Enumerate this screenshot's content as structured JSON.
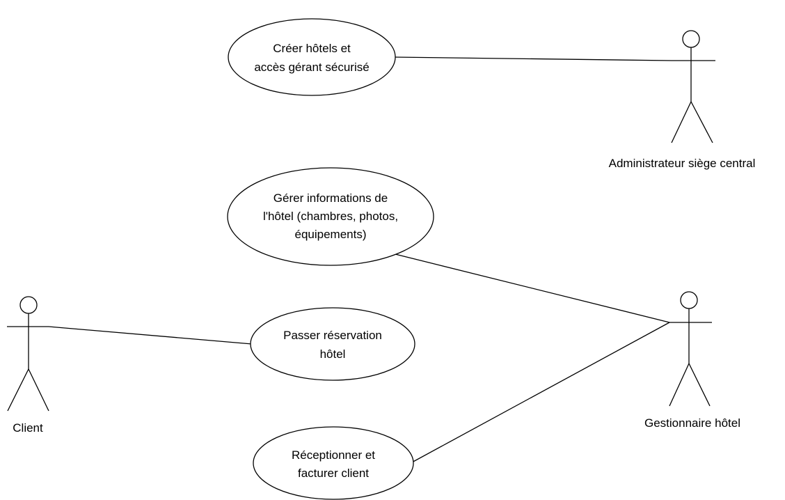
{
  "diagram": {
    "type": "use-case",
    "colors": {
      "line": "#000000",
      "fill": "#ffffff",
      "text": "#000000"
    },
    "actors": {
      "admin": "Administrateur siège central",
      "manager": "Gestionnaire hôtel",
      "client": "Client"
    },
    "use_cases": {
      "create_hotels": [
        "Créer hôtels et",
        "accès gérant sécurisé"
      ],
      "manage_info": [
        "Gérer informations de",
        "l'hôtel (chambres, photos,",
        "équipements)"
      ],
      "reservation": [
        "Passer réservation",
        "hôtel"
      ],
      "reception": [
        "Réceptionner et",
        "facturer client"
      ]
    },
    "associations": [
      {
        "actor": "Administrateur siège central",
        "use_case": "Créer hôtels et accès gérant sécurisé"
      },
      {
        "actor": "Gestionnaire hôtel",
        "use_case": "Gérer informations de l'hôtel (chambres, photos, équipements)"
      },
      {
        "actor": "Gestionnaire hôtel",
        "use_case": "Réceptionner et facturer client"
      },
      {
        "actor": "Client",
        "use_case": "Passer réservation hôtel"
      }
    ]
  }
}
